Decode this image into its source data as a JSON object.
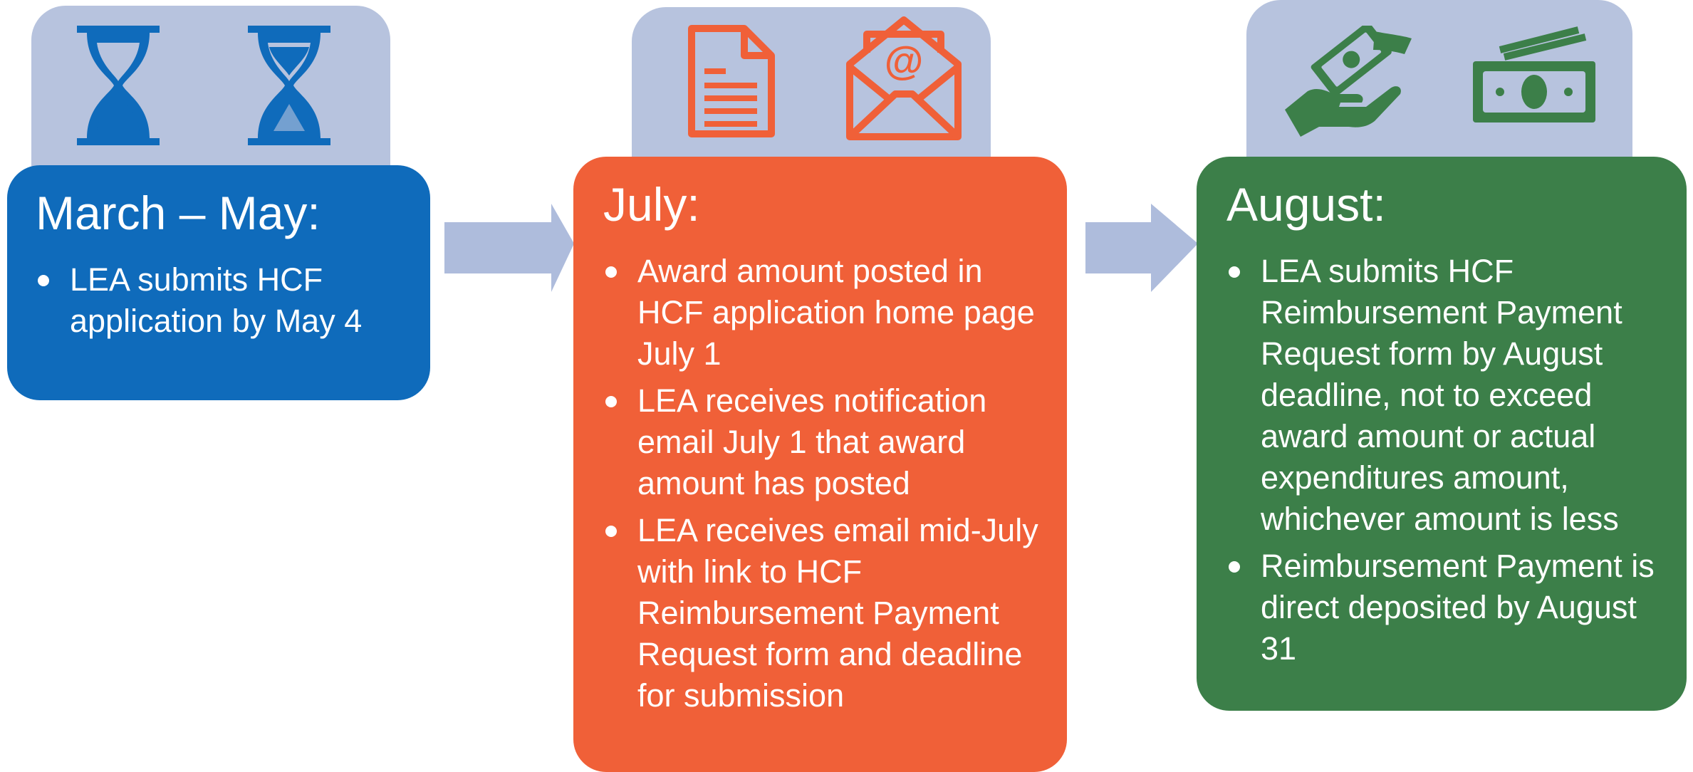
{
  "colors": {
    "tab": "#b7c3de",
    "arrow": "#aebcdc",
    "blue": "#0f6bbb",
    "orange": "#f06038",
    "green": "#3c7f49",
    "text": "#ffffff"
  },
  "stages": [
    {
      "title": "March – May:",
      "icons": [
        "hourglass-icon",
        "hourglass-icon"
      ],
      "bullets": [
        "LEA submits HCF application by May 4"
      ]
    },
    {
      "title": "July:",
      "icons": [
        "document-icon",
        "email-icon"
      ],
      "bullets": [
        "Award amount posted in HCF application home page July 1",
        "LEA receives notification email July 1 that award amount has posted",
        "LEA receives email mid-July with link to HCF Reimbursement Payment Request form and deadline for submission"
      ]
    },
    {
      "title": "August:",
      "icons": [
        "money-hand-icon",
        "cash-icon"
      ],
      "bullets": [
        "LEA submits HCF Reimbursement Payment Request form by August deadline, not to exceed award amount or actual expenditures amount, whichever amount is less",
        "Reimbursement Payment is direct deposited by August 31"
      ]
    }
  ]
}
